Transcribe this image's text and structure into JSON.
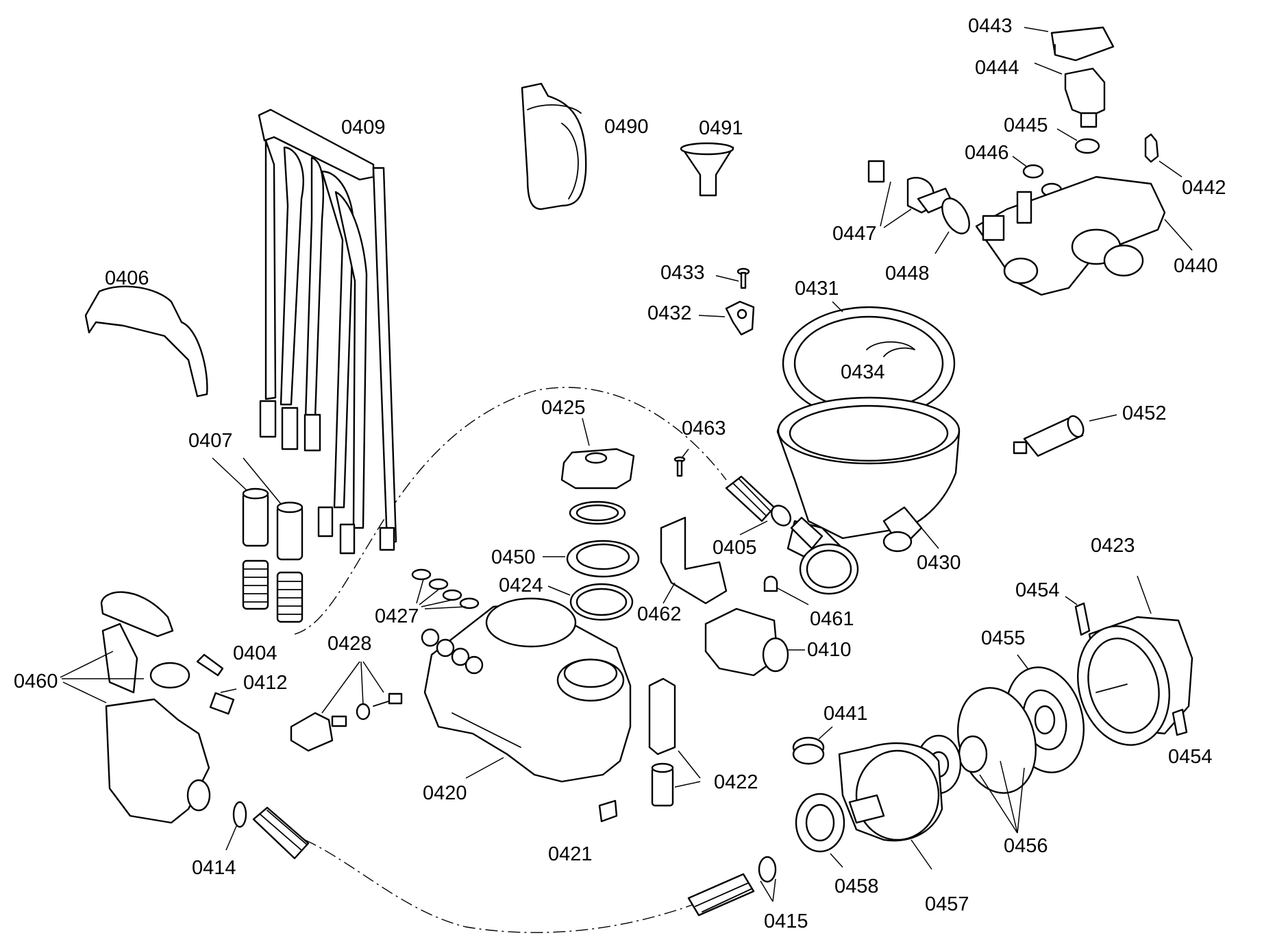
{
  "parts": [
    {
      "id": "p0443",
      "label": "0443",
      "icon": "protective-cap-icon"
    },
    {
      "id": "p0444",
      "label": "0444",
      "icon": "sensor-icon"
    },
    {
      "id": "p0445",
      "label": "0445",
      "icon": "o-ring-icon"
    },
    {
      "id": "p0446",
      "label": "0446",
      "icon": "o-ring-icon"
    },
    {
      "id": "p0442",
      "label": "0442",
      "icon": "clip-icon"
    },
    {
      "id": "p0447",
      "label": "0447",
      "icon": "connector-icon"
    },
    {
      "id": "p0448",
      "label": "0448",
      "icon": "o-ring-icon"
    },
    {
      "id": "p0440",
      "label": "0440",
      "icon": "heater-pump-housing-icon"
    },
    {
      "id": "p0409",
      "label": "0409",
      "icon": "water-distribution-icon"
    },
    {
      "id": "p0490",
      "label": "0490",
      "icon": "funnel-jug-icon"
    },
    {
      "id": "p0491",
      "label": "0491",
      "icon": "funnel-icon"
    },
    {
      "id": "p0433",
      "label": "0433",
      "icon": "screw-icon"
    },
    {
      "id": "p0432",
      "label": "0432",
      "icon": "bracket-icon"
    },
    {
      "id": "p0431",
      "label": "0431",
      "icon": "seal-ring-icon"
    },
    {
      "id": "p0434",
      "label": "0434",
      "icon": "spring-clip-icon"
    },
    {
      "id": "p0406",
      "label": "0406",
      "icon": "cover-icon"
    },
    {
      "id": "p0407",
      "label": "0407",
      "icon": "sleeve-icon"
    },
    {
      "id": "p0425",
      "label": "0425",
      "icon": "cap-icon"
    },
    {
      "id": "p0463",
      "label": "0463",
      "icon": "screw-icon"
    },
    {
      "id": "p0452",
      "label": "0452",
      "icon": "filter-icon"
    },
    {
      "id": "p0430",
      "label": "0430",
      "icon": "sump-icon"
    },
    {
      "id": "p0405",
      "label": "0405",
      "icon": "hose-icon"
    },
    {
      "id": "p0450",
      "label": "0450",
      "icon": "motor-icon"
    },
    {
      "id": "p0424",
      "label": "0424",
      "icon": "nut-icon"
    },
    {
      "id": "p0423",
      "label": "0423",
      "icon": "seal-icon"
    },
    {
      "id": "p0427",
      "label": "0427",
      "icon": "seal-icon"
    },
    {
      "id": "p0462",
      "label": "0462",
      "icon": "flap-icon"
    },
    {
      "id": "p0461",
      "label": "0461",
      "icon": "clip-icon"
    },
    {
      "id": "p0454a",
      "label": "0454",
      "icon": "clip-icon"
    },
    {
      "id": "p0455",
      "label": "0455",
      "icon": "pump-cover-icon"
    },
    {
      "id": "p0404",
      "label": "0404",
      "icon": "spring-icon"
    },
    {
      "id": "p0428",
      "label": "0428",
      "icon": "valve-icon"
    },
    {
      "id": "p0460",
      "label": "0460",
      "icon": "valve-icon"
    },
    {
      "id": "p0410",
      "label": "0410",
      "icon": "inlet-valve-icon"
    },
    {
      "id": "p0412",
      "label": "0412",
      "icon": "float-icon"
    },
    {
      "id": "p0441",
      "label": "0441",
      "icon": "hose-clamp-icon"
    },
    {
      "id": "p0454b",
      "label": "0454",
      "icon": "clip-icon"
    },
    {
      "id": "p0420",
      "label": "0420",
      "icon": "water-softener-icon"
    },
    {
      "id": "p0422",
      "label": "0422",
      "icon": "float-icon"
    },
    {
      "id": "p0414",
      "label": "0414",
      "icon": "hose-icon"
    },
    {
      "id": "p0421",
      "label": "0421",
      "icon": "clip-icon"
    },
    {
      "id": "p0456",
      "label": "0456",
      "icon": "impeller-icon"
    },
    {
      "id": "p0458",
      "label": "0458",
      "icon": "seal-icon"
    },
    {
      "id": "p0457",
      "label": "0457",
      "icon": "pump-housing-icon"
    },
    {
      "id": "p0415",
      "label": "0415",
      "icon": "hose-icon"
    }
  ]
}
